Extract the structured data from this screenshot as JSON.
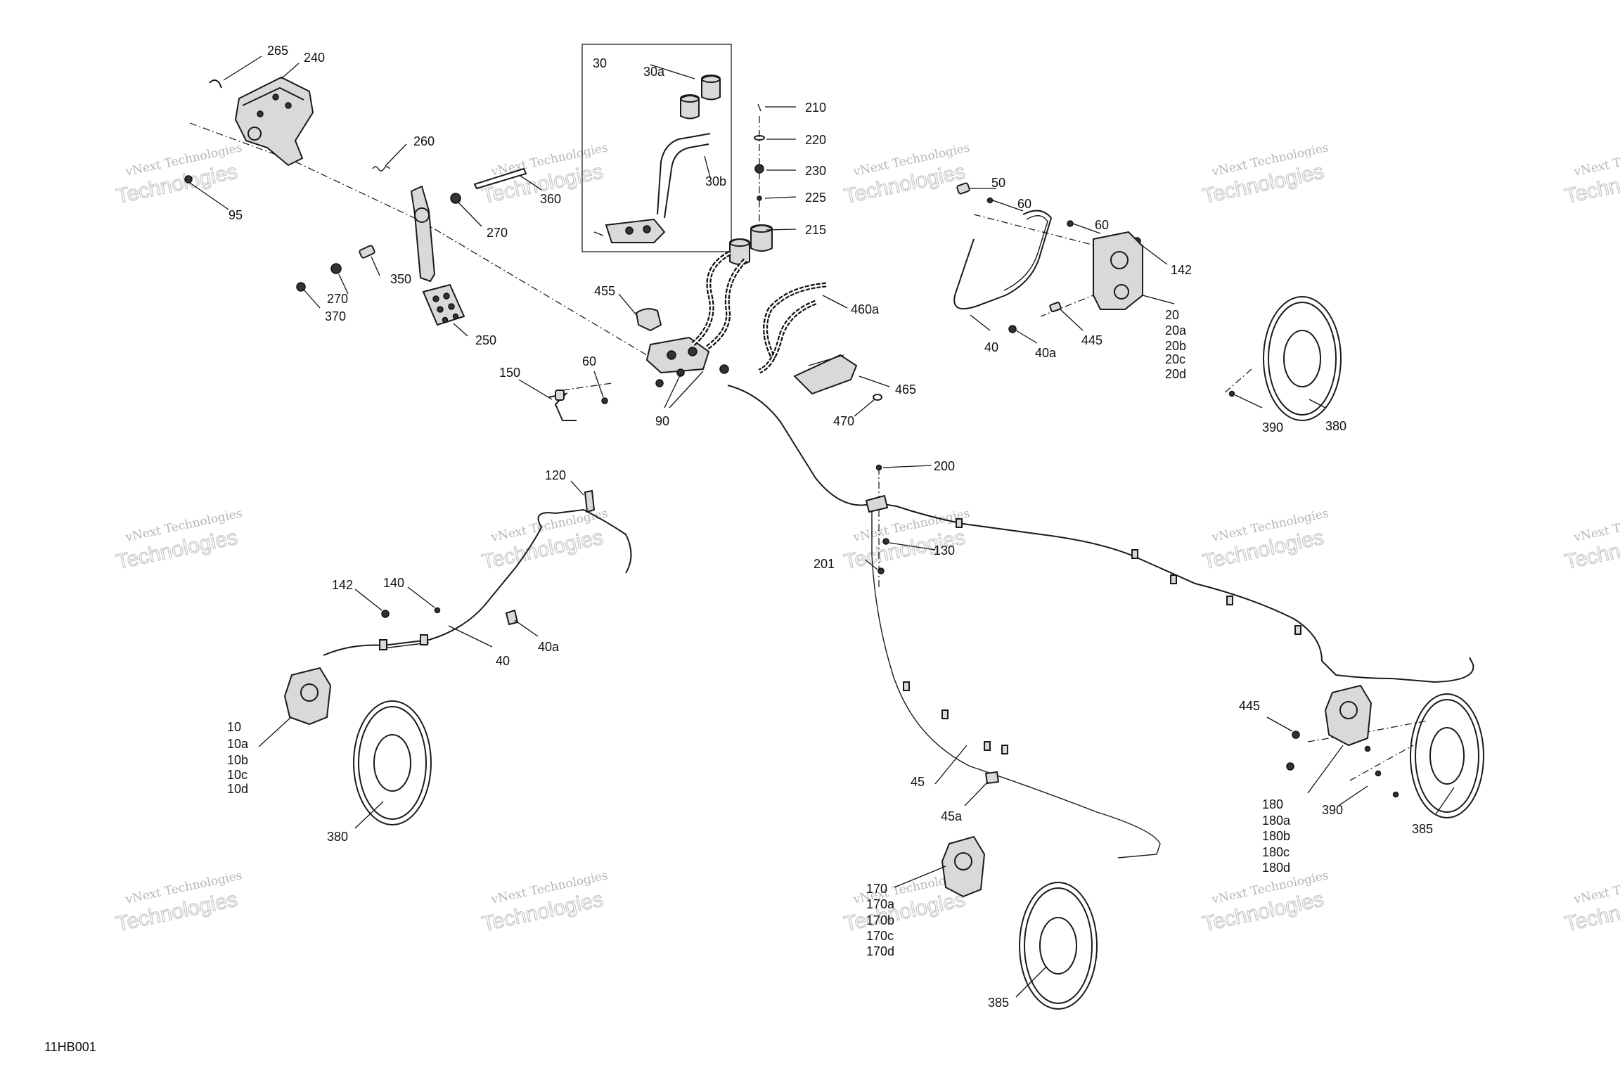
{
  "figure_code": "11HB001",
  "watermark": {
    "line1": "vNext Technologies",
    "line2": "Technologies"
  },
  "inset_box_label": "30",
  "callouts": {
    "c265": "265",
    "c240": "240",
    "c260": "260",
    "c95": "95",
    "c360": "360",
    "c270a": "270",
    "c350": "350",
    "c270b": "270",
    "c370": "370",
    "c250": "250",
    "c30a": "30a",
    "c30b": "30b",
    "c210": "210",
    "c220": "220",
    "c230": "230",
    "c225": "225",
    "c215": "215",
    "c455": "455",
    "c460a": "460a",
    "c150": "150",
    "c60a": "60",
    "c90": "90",
    "c465": "465",
    "c470": "470",
    "c50": "50",
    "c60b": "60",
    "c60c": "60",
    "c142a": "142",
    "c40a_top": "40",
    "c40a_a": "40a",
    "c445a": "445",
    "c20": "20",
    "c20a": "20a",
    "c20b": "20b",
    "c20c": "20c",
    "c20d": "20d",
    "c390a": "390",
    "c380a": "380",
    "c200": "200",
    "c120": "120",
    "c130": "130",
    "c201": "201",
    "c142b": "142",
    "c140": "140",
    "c40b": "40",
    "c40b_a": "40a",
    "c10": "10",
    "c10a": "10a",
    "c10b": "10b",
    "c10c": "10c",
    "c10d": "10d",
    "c380b": "380",
    "c45": "45",
    "c45a": "45a",
    "c445b": "445",
    "c180": "180",
    "c180a": "180a",
    "c180b": "180b",
    "c180c": "180c",
    "c180d": "180d",
    "c390b": "390",
    "c385a": "385",
    "c170": "170",
    "c170a": "170a",
    "c170b": "170b",
    "c170c": "170c",
    "c170d": "170d",
    "c385b": "385"
  }
}
